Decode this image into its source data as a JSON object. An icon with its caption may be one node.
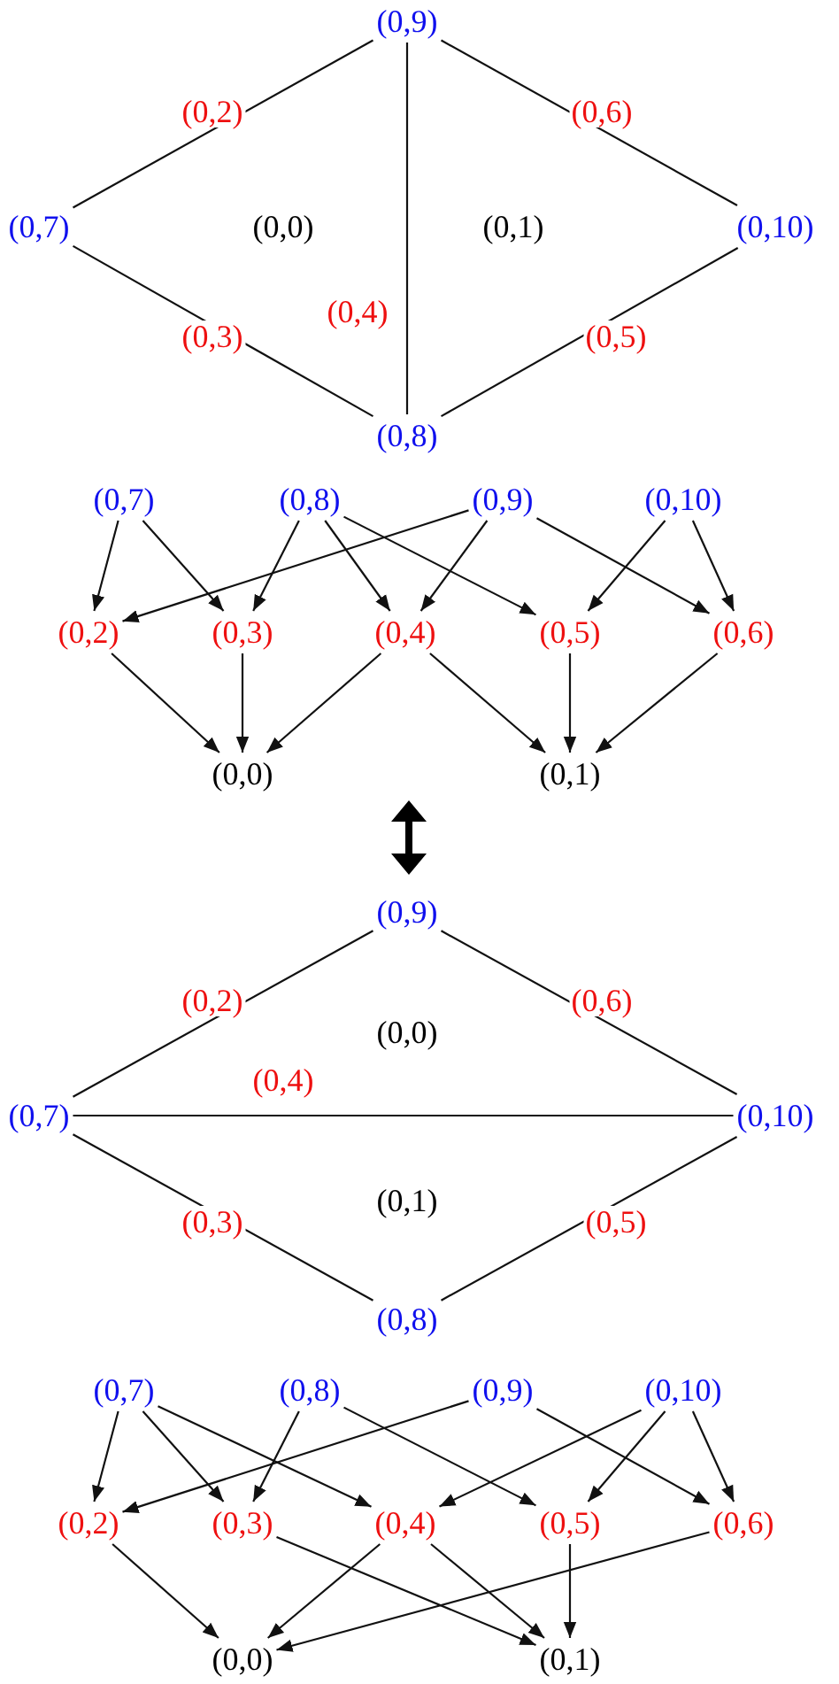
{
  "diagram": {
    "nodes": [
      {
        "text": [
          "(0,9)"
        ]
      },
      {
        "text": [
          "(0,7)"
        ]
      },
      {
        "text": [
          "(0,10)"
        ]
      },
      {
        "text": [
          "(0,8)"
        ]
      },
      {
        "text": [
          "(0,7)"
        ]
      },
      {
        "text": [
          "(0,8)"
        ]
      },
      {
        "text": [
          "(0,9)"
        ]
      },
      {
        "text": [
          "(0,10)"
        ]
      },
      {
        "text": [
          "(0,2)"
        ]
      },
      {
        "text": [
          "(0,3)"
        ]
      },
      {
        "text": [
          "(0,4)"
        ]
      },
      {
        "text": [
          "(0,5)"
        ]
      },
      {
        "text": [
          "(0,6)"
        ]
      },
      {
        "text": [
          "(0,0)"
        ]
      },
      {
        "text": [
          "(0,1)"
        ]
      },
      {
        "text": [
          "(0,9)"
        ]
      },
      {
        "text": [
          "(0,7)"
        ]
      },
      {
        "text": [
          "(0,10)"
        ]
      },
      {
        "text": [
          "(0,8)"
        ]
      },
      {
        "text": [
          "(0,7)"
        ]
      },
      {
        "text": [
          "(0,8)"
        ]
      },
      {
        "text": [
          "(0,9)"
        ]
      },
      {
        "text": [
          "(0,10)"
        ]
      },
      {
        "text": [
          "(0,2)"
        ]
      },
      {
        "text": [
          "(0,3)"
        ]
      },
      {
        "text": [
          "(0,4)"
        ]
      },
      {
        "text": [
          "(0,5)"
        ]
      },
      {
        "text": [
          "(0,6)"
        ]
      },
      {
        "text": [
          "(0,0)"
        ]
      },
      {
        "text": [
          "(0,1)"
        ]
      }
    ],
    "edges": [
      {
        "from": 0,
        "to": 1,
        "arrow": "none",
        "label": "(0,2)"
      },
      {
        "from": 0,
        "to": 2,
        "arrow": "none",
        "label": "(0,6)"
      },
      {
        "from": 0,
        "to": 3,
        "arrow": "none",
        "label": "(0,4)"
      },
      {
        "from": 1,
        "to": 3,
        "arrow": "none",
        "label": "(0,3)"
      },
      {
        "from": 3,
        "to": 2,
        "arrow": "none",
        "label": "(0,5)"
      },
      {
        "from": 4,
        "to": 8,
        "arrow": "to"
      },
      {
        "from": 4,
        "to": 9,
        "arrow": "to"
      },
      {
        "from": 5,
        "to": 9,
        "arrow": "to"
      },
      {
        "from": 5,
        "to": 10,
        "arrow": "to"
      },
      {
        "from": 5,
        "to": 11,
        "arrow": "to"
      },
      {
        "from": 6,
        "to": 8,
        "arrow": "to"
      },
      {
        "from": 6,
        "to": 10,
        "arrow": "to"
      },
      {
        "from": 6,
        "to": 12,
        "arrow": "to"
      },
      {
        "from": 7,
        "to": 11,
        "arrow": "to"
      },
      {
        "from": 7,
        "to": 12,
        "arrow": "to"
      },
      {
        "from": 8,
        "to": 13,
        "arrow": "to"
      },
      {
        "from": 9,
        "to": 13,
        "arrow": "to"
      },
      {
        "from": 10,
        "to": 13,
        "arrow": "to"
      },
      {
        "from": 10,
        "to": 14,
        "arrow": "to"
      },
      {
        "from": 11,
        "to": 14,
        "arrow": "to"
      },
      {
        "from": 12,
        "to": 14,
        "arrow": "to"
      },
      {
        "from": 15,
        "to": 16,
        "arrow": "none",
        "label": "(0,2)"
      },
      {
        "from": 15,
        "to": 17,
        "arrow": "none",
        "label": "(0,6)"
      },
      {
        "from": 16,
        "to": 17,
        "arrow": "none",
        "label": "(0,4)"
      },
      {
        "from": 16,
        "to": 18,
        "arrow": "none",
        "label": "(0,3)"
      },
      {
        "from": 18,
        "to": 17,
        "arrow": "none",
        "label": "(0,5)"
      },
      {
        "from": 19,
        "to": 23,
        "arrow": "to"
      },
      {
        "from": 19,
        "to": 24,
        "arrow": "to"
      },
      {
        "from": 19,
        "to": 25,
        "arrow": "to"
      },
      {
        "from": 20,
        "to": 24,
        "arrow": "to"
      },
      {
        "from": 20,
        "to": 26,
        "arrow": "to"
      },
      {
        "from": 21,
        "to": 23,
        "arrow": "to"
      },
      {
        "from": 21,
        "to": 27,
        "arrow": "to"
      },
      {
        "from": 22,
        "to": 25,
        "arrow": "to"
      },
      {
        "from": 22,
        "to": 26,
        "arrow": "to"
      },
      {
        "from": 22,
        "to": 27,
        "arrow": "to"
      },
      {
        "from": 23,
        "to": 28,
        "arrow": "to"
      },
      {
        "from": 24,
        "to": 29,
        "arrow": "to"
      },
      {
        "from": 25,
        "to": 28,
        "arrow": "to"
      },
      {
        "from": 25,
        "to": 29,
        "arrow": "to"
      },
      {
        "from": 26,
        "to": 29,
        "arrow": "to"
      },
      {
        "from": 27,
        "to": 28,
        "arrow": "to"
      }
    ],
    "labels": [
      "(0,0)",
      "(0,1)",
      "(0,0)",
      "(0,1)"
    ]
  }
}
